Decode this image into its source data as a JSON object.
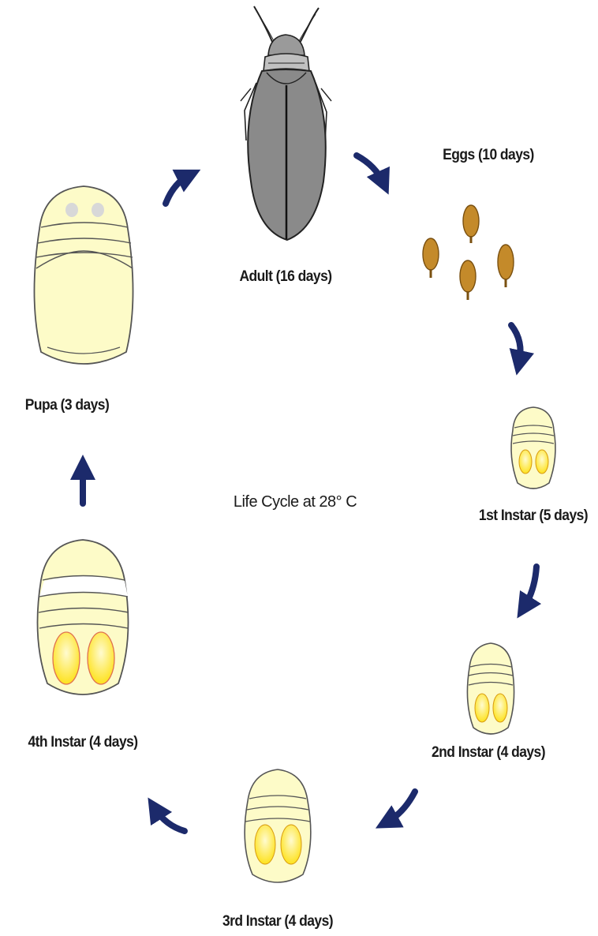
{
  "title": "Life Cycle at 28° C",
  "stages": {
    "adult": "Adult (16 days)",
    "eggs": "Eggs (10 days)",
    "first": "1st Instar (5 days)",
    "second": "2nd Instar (4 days)",
    "third": "3rd Instar (4 days)",
    "fourth": "4th Instar (4 days)",
    "pupa": "Pupa (3 days)"
  },
  "colors": {
    "arrow": "#1c2a6b",
    "body": "#fdfbc8",
    "body_outline": "#444444",
    "wing_pad": "#fde832",
    "egg": "#c48a2a",
    "adult": "#8a8a8a"
  },
  "icons": {
    "adult": "adult-insect-icon",
    "eggs": "egg-icon",
    "instar": "nymph-icon",
    "pupa": "pupa-icon",
    "arrow": "cycle-arrow-icon"
  }
}
